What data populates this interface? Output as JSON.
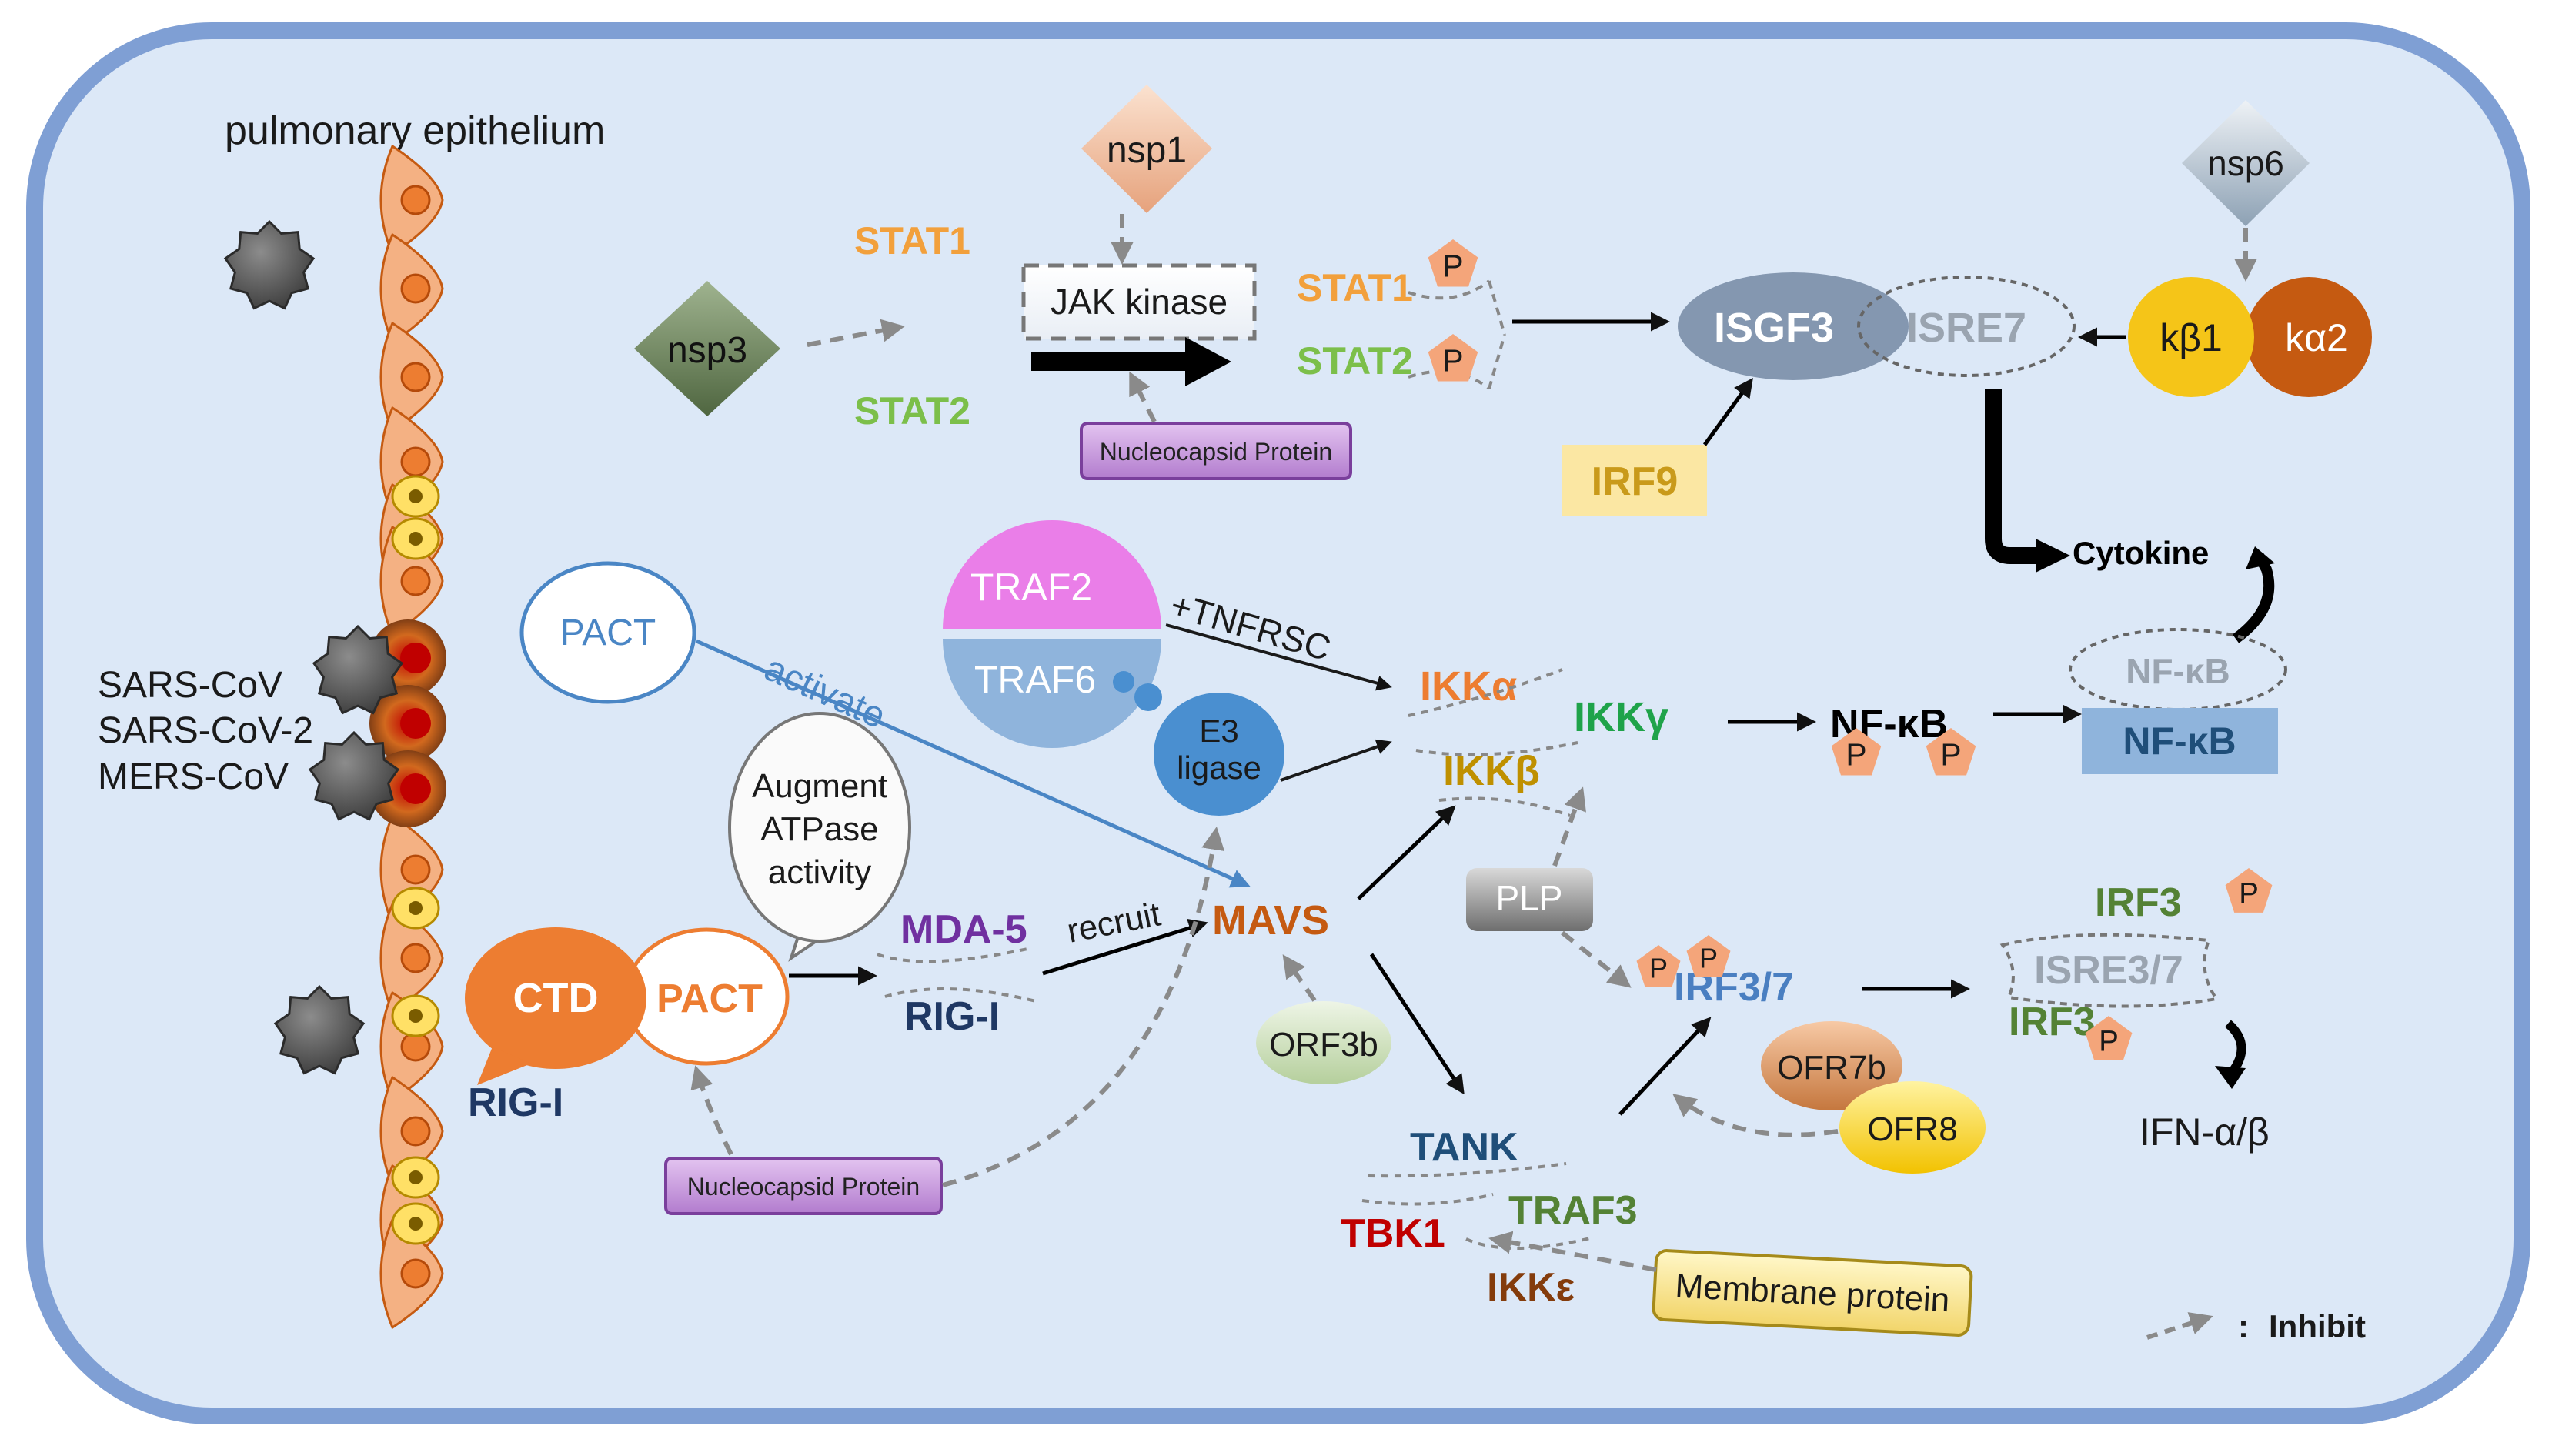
{
  "labels": {
    "tissue": "pulmonary epithelium",
    "virus1": "SARS-CoV",
    "virus2": "SARS-CoV-2",
    "virus3": "MERS-CoV",
    "nsp1": "nsp1",
    "nsp3": "nsp3",
    "nsp6": "nsp6",
    "stat1": "STAT1",
    "stat2": "STAT2",
    "stat1p": "STAT1",
    "stat2p": "STAT2",
    "jak": "JAK kinase",
    "nucleocapsid_top": "Nucleocapsid Protein",
    "isgf3": "ISGF3",
    "isre7": "ISRE7",
    "irf9": "IRF9",
    "kb1": "kβ1",
    "ka2": "kα2",
    "cytokine": "Cytokine",
    "pact_top": "PACT",
    "activate": "activate",
    "traf2": "TRAF2",
    "traf6": "TRAF6",
    "tnfrsc": "+TNFRSC",
    "e3_line1": "E3",
    "e3_line2": "ligase",
    "ikka": "IKKα",
    "ikkb": "IKKβ",
    "ikkg": "IKKγ",
    "nfkb_p": "NF-κB",
    "nfkb_out": "NF-κB",
    "nfkb_box": "NF-κB",
    "augment1": "Augment",
    "augment2": "ATPase",
    "augment3": "activity",
    "ctd": "CTD",
    "pact_ctd": "PACT",
    "rig_left": "RIG-I",
    "mda5": "MDA-5",
    "rig_mid": "RIG-I",
    "recruit": "recruit",
    "mavs": "MAVS",
    "plp": "PLP",
    "orf3b": "ORF3b",
    "irf37": "IRF3/7",
    "ofr7b": "OFR7b",
    "ofr8": "OFR8",
    "irf3_top": "IRF3",
    "isre37": "ISRE3/7",
    "irf3_bottom": "IRF3",
    "ifn": "IFN-α/β",
    "tank": "TANK",
    "tbk1": "TBK1",
    "traf3": "TRAF3",
    "ikke": "IKKε",
    "membrane": "Membrane protein",
    "nucleocapsid_bottom": "Nucleocapsid Protein",
    "phospho": "P",
    "legend_colon": ":",
    "legend_inhibit": "Inhibit"
  },
  "colors": {
    "background": "#dce8f7",
    "border": "#7f9fd4",
    "stat1": "#f2a03c",
    "stat2": "#7cbf4a",
    "isgf3": "#8497b0",
    "irf9_fill": "#fbe7a3",
    "irf9_text": "#c99a1a",
    "kb1": "#f5c518",
    "ka2": "#c55a11",
    "traf2": "#ea7ee8",
    "traf6": "#8fb4dc",
    "e3": "#4a8fd0",
    "ikka": "#ed7d31",
    "ikkb": "#bf9000",
    "ikkg": "#1fa34a",
    "nfkb_box": "#8fb4dc",
    "mavs": "#c55a11",
    "mda5": "#7030a0",
    "rig": "#1f3864",
    "irf37": "#4a7fc1",
    "irf3": "#548235",
    "tank": "#1f4e79",
    "tbk1": "#c00000",
    "traf3": "#548235",
    "ikke": "#843c0c",
    "pact": "#4a86c5",
    "ctd": "#ed7d31",
    "nucleocapsid": "#c08fd8",
    "phospho": "#f4a57a",
    "epithelium": "#f4b183",
    "epithelium_nucleus": "#ed7d31",
    "yellow_cell": "#ffe066"
  }
}
